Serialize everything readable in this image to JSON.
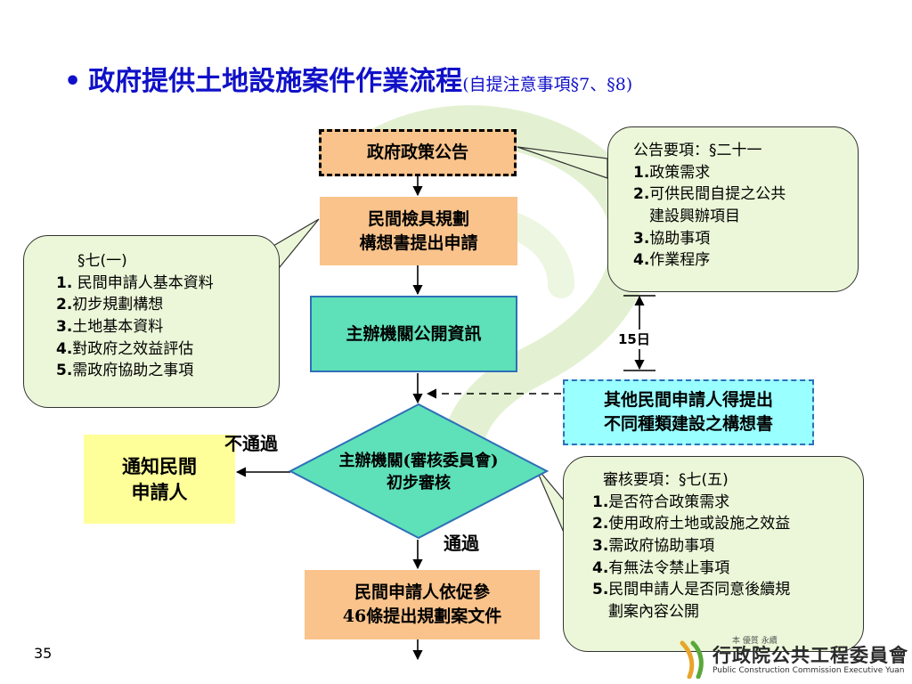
{
  "title": {
    "bullet": "•",
    "main": "政府提供土地設施案件作業流程",
    "sub": "(自提注意事項§7、§8)"
  },
  "flow": {
    "announce": "政府政策公告",
    "submit_l1": "民間檢具規劃",
    "submit_l2": "構想書提出申請",
    "publish": "主辦機關公開資訊",
    "review_l1": "主辦機關(審核委員會)",
    "review_l2": "初步審核",
    "notify_l1": "通知民間",
    "notify_l2": "申請人",
    "other_l1": "其他民間申請人得提出",
    "other_l2": "不同種類建設之構想書",
    "plan_l1": "民間申請人依促參",
    "plan_l2": "46條提出規劃案文件",
    "fail_label": "不通過",
    "pass_label": "通過",
    "days_label": "15日"
  },
  "note_announce": {
    "head": "公告要項：§二十一",
    "items": [
      {
        "n": "1.",
        "text": "政策需求"
      },
      {
        "n": "2.",
        "text": "可供民間自提之公共"
      },
      {
        "n": "",
        "text": "建設興辦項目"
      },
      {
        "n": "3.",
        "text": "協助事項"
      },
      {
        "n": "4.",
        "text": "作業程序"
      }
    ]
  },
  "note_apply": {
    "head": "§七(一)",
    "items": [
      {
        "n": "1.",
        "text": " 民間申請人基本資料"
      },
      {
        "n": "2.",
        "text": "初步規劃構想"
      },
      {
        "n": "3.",
        "text": "土地基本資料"
      },
      {
        "n": "4.",
        "text": "對政府之效益評估"
      },
      {
        "n": "5.",
        "text": "需政府協助之事項"
      }
    ]
  },
  "note_review": {
    "head": "審核要項：§七(五)",
    "items": [
      {
        "n": "1.",
        "text": "是否符合政策需求"
      },
      {
        "n": "2.",
        "text": "使用政府土地或設施之效益"
      },
      {
        "n": "3.",
        "text": "需政府協助事項"
      },
      {
        "n": "4.",
        "text": "有無法令禁止事項"
      },
      {
        "n": "5.",
        "text": "民間申請人是否同意後續規"
      },
      {
        "n": "",
        "text": "劃案內容公開"
      }
    ]
  },
  "page_number": "35",
  "footer": {
    "org": "行政院公共工程委員會",
    "motto": "本 優質 永續",
    "org_en": "Public Construction Commission Executive Yuan"
  },
  "colors": {
    "title": "#1010c8",
    "orange": "#f9c38b",
    "teal": "#5ee0b8",
    "yellow": "#ffff99",
    "cyan": "#99ffff",
    "note_bg": "#ebf7d8"
  }
}
